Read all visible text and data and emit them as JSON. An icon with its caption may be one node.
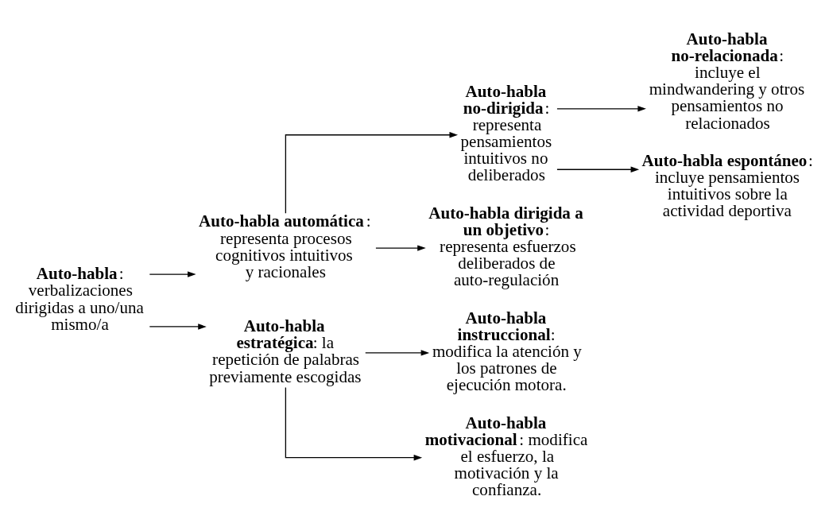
{
  "diagram": {
    "nodes": [
      {
        "text": [
          "**Auto-habla**: verbalizaciones dirigidas a uno/una mismo/a"
        ]
      },
      {
        "text": [
          "**Auto-habla automática**: representa procesos cognitivos intuitivos y racionales"
        ]
      },
      {
        "text": [
          "**Auto-habla estratégica**: la repetición de palabras previamente escogidas"
        ]
      },
      {
        "text": [
          "**Auto-habla no-dirigida**: representa pensamientos intuitivos no deliberados"
        ]
      },
      {
        "text": [
          "**Auto-habla dirigida a un objetivo**: representa esfuerzos deliberados de auto-regulación"
        ]
      },
      {
        "text": [
          "**Auto-habla no-relacionada**: incluye el mindwandering y otros pensamientos no relacionados"
        ]
      },
      {
        "text": [
          "**Auto-habla espontáneo**: incluye pensamientos intuitivos sobre la actividad deportiva"
        ]
      },
      {
        "text": [
          "**Auto-habla instruccional**: modifica la atención y los patrones de ejecución motora."
        ]
      },
      {
        "text": [
          "**Auto-habla motivacional**: modifica el esfuerzo, la motivación y la confianza."
        ]
      }
    ],
    "edges": [
      {
        "from": 0,
        "to": 1,
        "arrow": "to"
      },
      {
        "from": 0,
        "to": 2,
        "arrow": "to"
      },
      {
        "from": 1,
        "to": 3,
        "arrow": "to"
      },
      {
        "from": 1,
        "to": 4,
        "arrow": "to"
      },
      {
        "from": 3,
        "to": 5,
        "arrow": "to"
      },
      {
        "from": 3,
        "to": 6,
        "arrow": "to"
      },
      {
        "from": 2,
        "to": 7,
        "arrow": "to"
      },
      {
        "from": 2,
        "to": 8,
        "arrow": "to"
      }
    ]
  }
}
